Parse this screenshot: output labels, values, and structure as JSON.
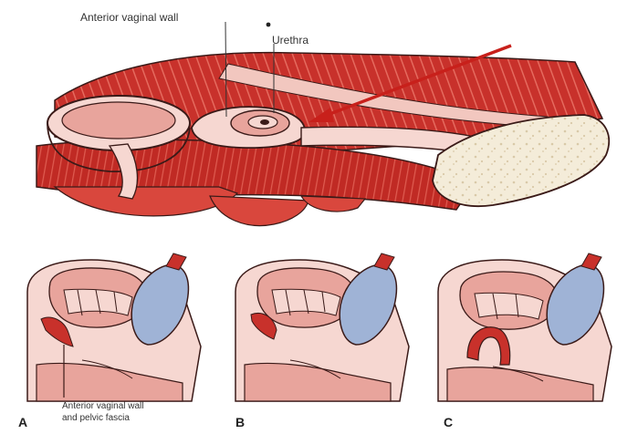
{
  "labels": {
    "anterior_vaginal_wall": "Anterior vaginal wall",
    "urethra": "Urethra",
    "anterior_vaginal_wall_fascia_line1": "Anterior vaginal wall",
    "anterior_vaginal_wall_fascia_line2": "and pelvic fascia"
  },
  "panels": {
    "a": "A",
    "b": "B",
    "c": "C"
  },
  "colors": {
    "muscle": "#c8312b",
    "muscle_light": "#e5857b",
    "tissue_pink": "#e8a49c",
    "tissue_pale": "#f6d7d1",
    "bladder_blue": "#9fb3d6",
    "bone": "#f4ecd9",
    "outline": "#3a1a18",
    "arrow": "#c8201b"
  },
  "icons": [
    "pelvic-sagittal-illustration",
    "arrow-pointer"
  ]
}
